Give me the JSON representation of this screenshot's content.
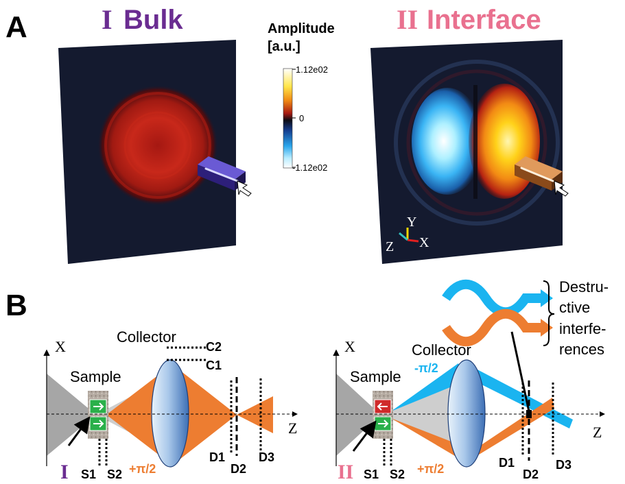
{
  "panel_a": {
    "letter": "A",
    "left_title": {
      "numeral": "I",
      "word": "Bulk"
    },
    "right_title": {
      "numeral": "II",
      "word": "Interface"
    },
    "colorbar": {
      "title_line1": "Amplitude",
      "title_line2": "[a.u.]",
      "tick_max": "1.12e02",
      "tick_mid": "0",
      "tick_min": "-1.12e02"
    },
    "axes_triad": {
      "y": "Y",
      "z": "Z",
      "x": "X"
    },
    "colors": {
      "numeral_purple": "#6a2c91",
      "interface_pink": "#e9718f",
      "field_dark": "#141a2f"
    }
  },
  "panel_b": {
    "letter": "B",
    "left": {
      "axis_x": "X",
      "axis_z": "Z",
      "collector": "Collector",
      "sample": "Sample",
      "c2": "C2",
      "c1": "C1",
      "s1": "S1",
      "s2": "S2",
      "phase": "+π/2",
      "d1": "D1",
      "d2": "D2",
      "d3": "D3",
      "case": "I"
    },
    "right": {
      "axis_x": "X",
      "axis_z": "Z",
      "collector": "Collector",
      "sample": "Sample",
      "phase_top": "-π/2",
      "phase_bottom": "+π/2",
      "s1": "S1",
      "s2": "S2",
      "d1": "D1",
      "d2": "D2",
      "d3": "D3",
      "case": "II",
      "annotation": [
        "Destru-",
        "ctive",
        "interfe-",
        "rences"
      ]
    },
    "colors": {
      "orange": "#ed7d31",
      "blue": "#1ab4f0",
      "grey": "#a6a6a6"
    }
  }
}
